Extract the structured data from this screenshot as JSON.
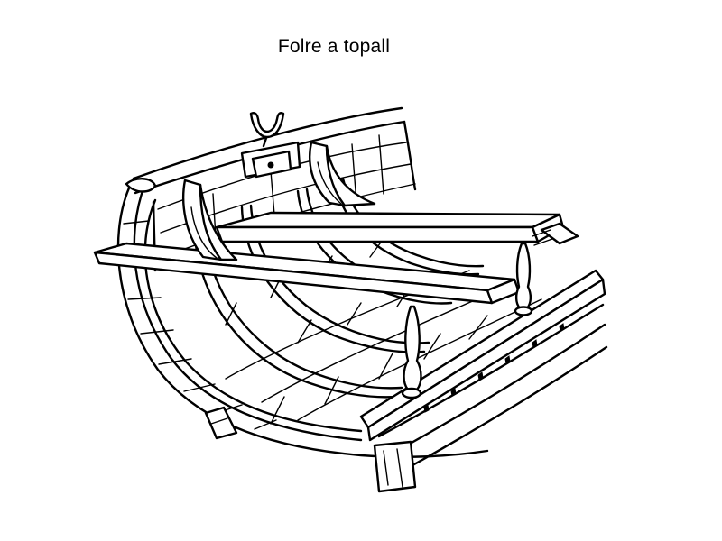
{
  "title": "Folre a topall",
  "colors": {
    "background": "#ffffff",
    "ink": "#000000"
  },
  "illustration": {
    "subject": "boat-interior-cross-section",
    "icons": [
      "boat-hull-drawing",
      "oarlock-icon"
    ]
  }
}
